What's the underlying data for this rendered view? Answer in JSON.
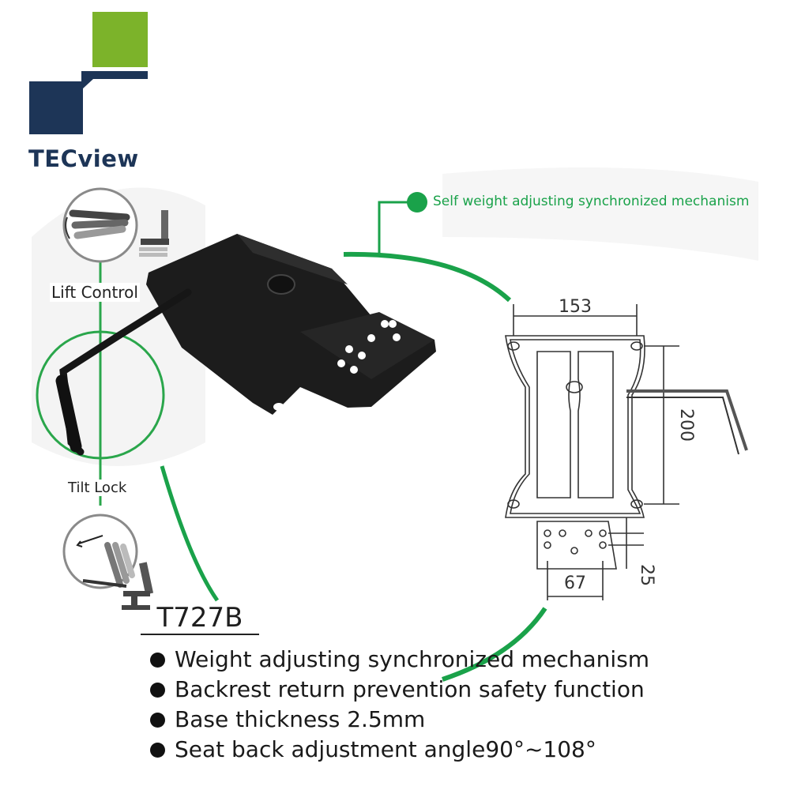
{
  "brand": {
    "name": "TECview",
    "colors": {
      "green": "#7cb32a",
      "navy": "#1d3557"
    }
  },
  "controls": {
    "lift_label": "Lift Control",
    "tilt_label": "Tilt Lock"
  },
  "callout": {
    "text": "Self weight adjusting synchronized mechanism",
    "color": "#1aa24a"
  },
  "dimensions": {
    "width": "153",
    "height": "200",
    "hole_spacing": "67",
    "hole_offset": "25"
  },
  "product": {
    "model": "T727B"
  },
  "features": [
    "Weight adjusting synchronized mechanism",
    "Backrest return prevention safety function",
    "Base thickness 2.5mm",
    "Seat back adjustment angle90°~108°"
  ],
  "icons": [
    "logo-mark",
    "lift-lever-icon",
    "tilt-lever-icon",
    "bullet-icon"
  ]
}
